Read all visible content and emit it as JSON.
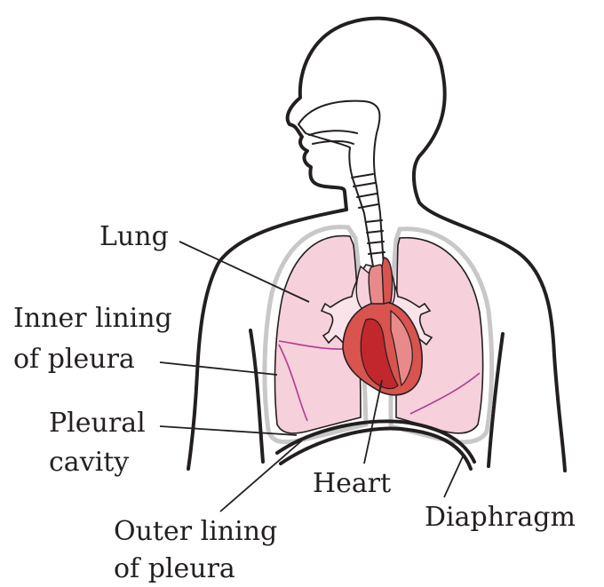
{
  "labels": {
    "lung": "Lung",
    "inner_lining_line1": "Inner lining",
    "inner_lining_line2": "of pleura",
    "pleural_cavity_line1": "Pleural",
    "pleural_cavity_line2": "cavity",
    "heart": "Heart",
    "outer_lining_line1": "Outer lining",
    "outer_lining_line2": "of pleura",
    "diaphragm": "Diaphragm"
  },
  "colors": {
    "lung_fill": "#f6d0da",
    "lung_vein": "#b03a90",
    "pleura_line": "#c8c8c8",
    "heart_dark": "#c1272d",
    "heart_mid": "#d9534f",
    "heart_light": "#e88a8a",
    "outline": "#231f20"
  }
}
